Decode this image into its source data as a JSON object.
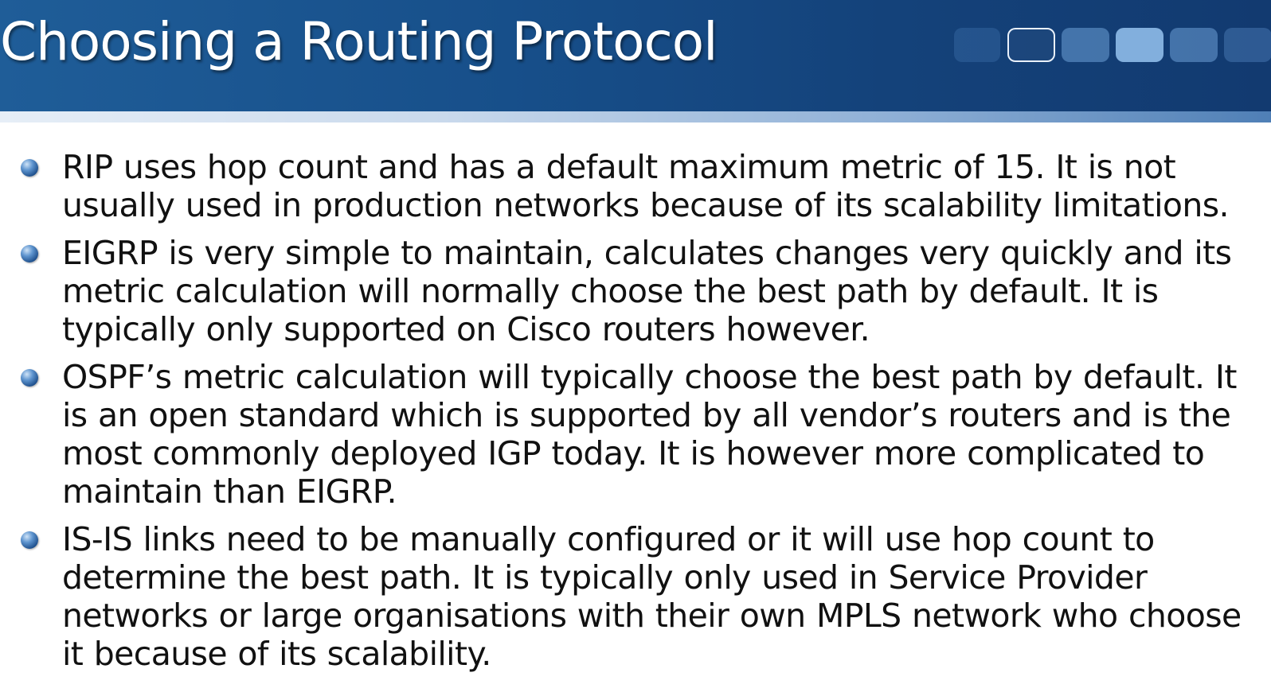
{
  "slide": {
    "title": "Choosing a Routing Protocol",
    "bullets": [
      "RIP uses hop count and has a default maximum metric of 15. It is not usually used in production networks because of its scalability limitations.",
      "EIGRP is very simple to maintain, calculates changes very quickly and its metric calculation will normally choose the best path by default. It is typically only supported on Cisco routers however.",
      "OSPF’s metric calculation will typically choose the best path by default. It is an open standard which is supported by all vendor’s routers and is the most commonly deployed IGP today. It is however more complicated to maintain than EIGRP.",
      "IS-IS links need to be manually configured or it will use hop count to determine the best path. It is typically only used in Service Provider networks or large organisations with their own MPLS network who choose it because of its scalability."
    ]
  },
  "theme": {
    "header_color": "#1a4f8a",
    "title_color": "#ffffff",
    "text_color": "#111111",
    "bullet_color": "#2a5f9e"
  }
}
